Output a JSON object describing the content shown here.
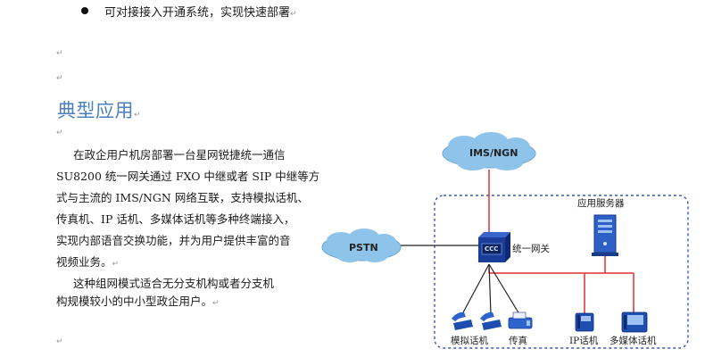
{
  "bullet": {
    "text": "可对接接入开通系统，实现快速部署"
  },
  "paragraph_mark": "↵",
  "heading": "典型应用",
  "body": {
    "lines": [
      "在政企用户机房部署一台星网锐捷统一通信",
      "SU8200 统一网关通过 FXO 中继或者 SIP 中继等方",
      "式与主流的 IMS/NGN 网络互联，支持模拟话机、",
      "传真机、IP 话机、多媒体话机等多种终端接入，",
      "实现内部语音交换功能，并为用户提供丰富的音",
      "视频业务。",
      "这种组网模式适合无分支机构或者分支机",
      "构规模较小的中小型政企用户。"
    ]
  },
  "diagram": {
    "cloud_top": "IMS/NGN",
    "cloud_left": "PSTN",
    "app_server_label": "应用服务器",
    "gateway_label": "统一网关",
    "gateway_badge": "CCC",
    "devices": [
      "模拟话机",
      "传真",
      "IP话机",
      "多媒体话机"
    ],
    "colors": {
      "cloud_fill": "#8fc4ea",
      "red_line": "#e03030",
      "black_line": "#222222",
      "dashed_border": "#3d56b8",
      "gateway": "#1a3d99"
    }
  }
}
